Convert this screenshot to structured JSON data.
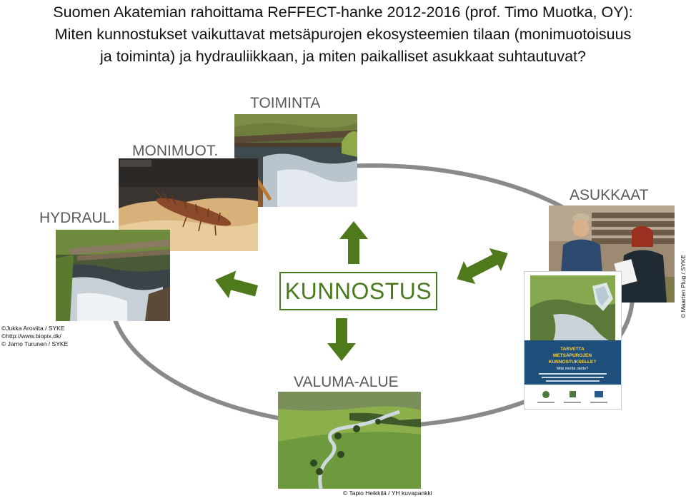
{
  "title": {
    "line1": "Suomen Akatemian rahoittama ReFFECT-hanke 2012-2016 (prof. Timo Muotka, OY):",
    "line2": "Miten kunnostukset vaikuttavat metsäpurojen ekosysteemien tilaan (monimuotoisuus",
    "line3": "ja toiminta) ja hydrauliikkaan, ja miten paikalliset asukkaat suhtautuvat?"
  },
  "labels": {
    "toiminta": "TOIMINTA",
    "monimuot": "MONIMUOT.",
    "hydraul": "HYDRAUL.",
    "asukkaat": "ASUKKAAT",
    "valuma": "VALUMA-ALUE",
    "center": "KUNNOSTUS"
  },
  "credits": {
    "left_1": "©Jukka Aroviita / SYKE",
    "left_2": "©http://www.biopix.dk/",
    "left_3": "© Jarno Turunen  / SYKE",
    "right_vertical": "© Maarten Plug / SYKE",
    "bottom": "© Tapio Heikkilä / YH kuvapankki"
  },
  "brochure": {
    "line1": "TARVETTA",
    "line2": "METSÄPUROJEN",
    "line3": "KUNNOSTUKSELLE?",
    "line4": "Mitä mieltä olette?"
  },
  "colors": {
    "arrow_green": "#4f7a1c",
    "ring_gray": "#8a8a8a",
    "center_green": "#4a7a1e"
  }
}
